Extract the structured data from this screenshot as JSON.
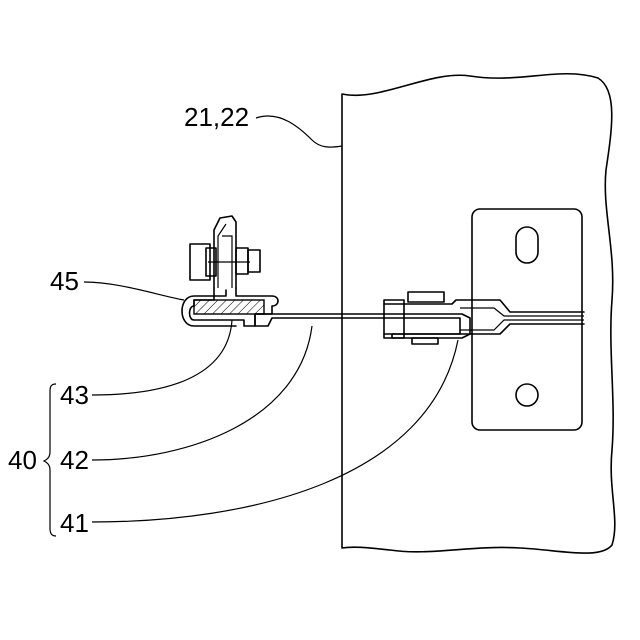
{
  "labels": {
    "panel": "21,22",
    "bracket_top": "45",
    "part_43": "43",
    "part_42": "42",
    "part_41": "41",
    "assembly": "40"
  }
}
